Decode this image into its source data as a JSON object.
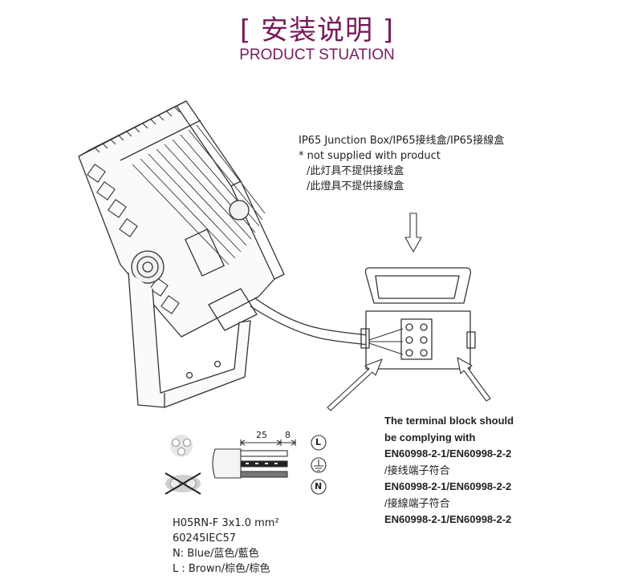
{
  "header": {
    "title": "[ 安装说明 ]",
    "subtitle": "PRODUCT STUATION"
  },
  "junction_note": {
    "line1": "IP65 Junction Box/IP65接线盒/IP65接線盒",
    "line2": "* not supplied with product",
    "line3": "/此灯具不提供接线盒",
    "line4": "/此燈具不提供接線盒"
  },
  "terminal_note": {
    "line1": "The terminal block should",
    "line2": "be complying with",
    "line3": "EN60998-2-1/EN60998-2-2",
    "line4": "/接线端子符合",
    "line5": "EN60998-2-1/EN60998-2-2",
    "line6": "/接線端子符合",
    "line7": "EN60998-2-1/EN60998-2-2"
  },
  "cable_note": {
    "line1": "H05RN-F 3x1.0 mm²",
    "line2": "60245IEC57",
    "line3": "N: Blue/蓝色/藍色",
    "line4": "L : Brown/棕色/棕色"
  },
  "strip": {
    "dim_long": "25",
    "dim_short": "8",
    "sym_L": "L",
    "sym_N": "N"
  }
}
